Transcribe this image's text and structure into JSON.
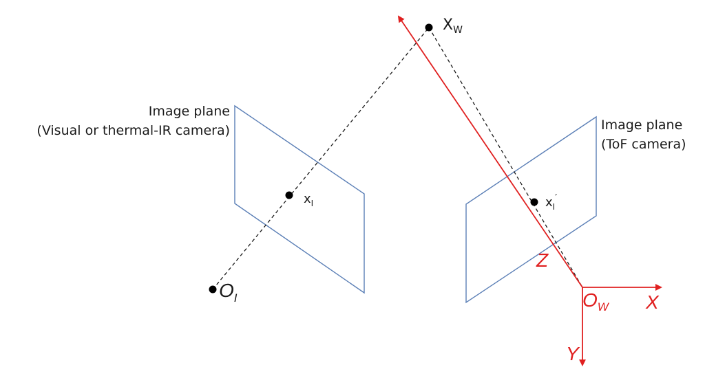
{
  "left_plane": {
    "label_line1": "Image plane",
    "label_line2": "(Visual or thermal-IR camera)"
  },
  "right_plane": {
    "label_line1": "Image plane",
    "label_line2": "(ToF camera)"
  },
  "points": {
    "world": {
      "base": "X",
      "sub": "W"
    },
    "image_left": {
      "base": "x",
      "sub": "I"
    },
    "image_right": {
      "base": "x",
      "sub": "I",
      "prime": "′"
    },
    "origin_left": {
      "base": "O",
      "sub": "I"
    },
    "origin_world": {
      "base": "O",
      "sub": "W"
    }
  },
  "axes": {
    "x": "X",
    "y": "Y",
    "z": "Z"
  },
  "colors": {
    "plane": "#5b7fb6",
    "axis": "#e02020",
    "ray": "#1a1a1a"
  }
}
